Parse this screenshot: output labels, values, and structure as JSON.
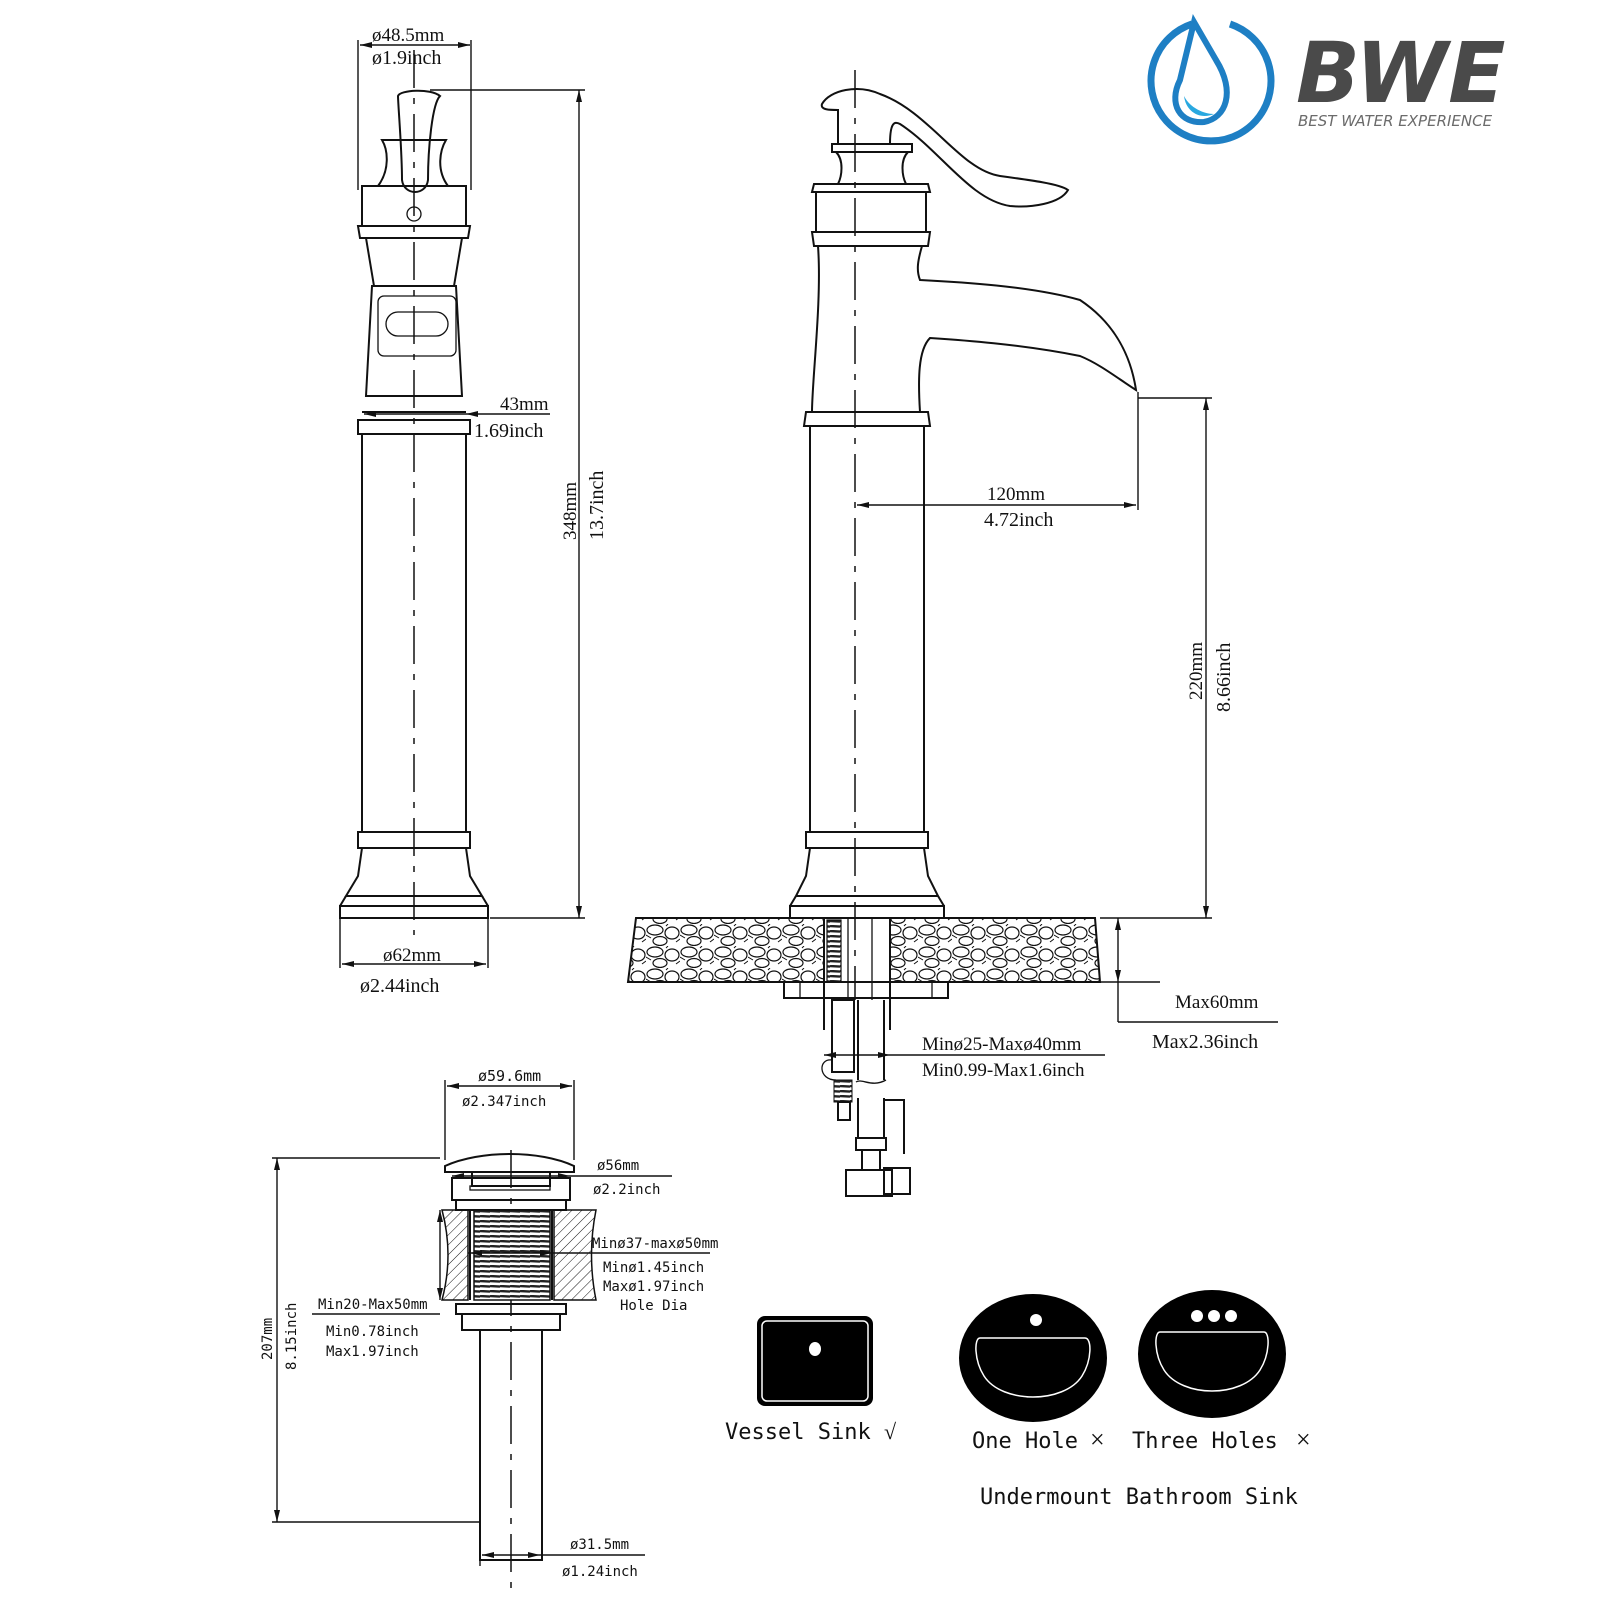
{
  "brand": {
    "name": "BWE",
    "tagline": "BEST WATER EXPERIENCE",
    "colors": {
      "primary_blue": "#1e7fc4",
      "light_blue": "#29a8e0",
      "text_gray": "#4a4a4a"
    }
  },
  "front_view": {
    "top_diameter_mm": "ø48.5mm",
    "top_diameter_in": "ø1.9inch",
    "body_width_mm": "43mm",
    "body_width_in": "1.69inch",
    "height_mm": "348mm",
    "height_in": "13.7inch",
    "base_diameter_mm": "ø62mm",
    "base_diameter_in": "ø2.44inch"
  },
  "side_view": {
    "spout_reach_mm": "120mm",
    "spout_reach_in": "4.72inch",
    "spout_height_mm": "220mm",
    "spout_height_in": "8.66inch",
    "deck_thickness_mm": "Max60mm",
    "deck_thickness_in": "Max2.36inch",
    "hole_diameter_mm": "Minø25-Maxø40mm",
    "hole_diameter_in": "Min0.99-Max1.6inch"
  },
  "drain": {
    "cap_diameter_mm": "ø59.6mm",
    "cap_diameter_in": "ø2.347inch",
    "flange_diameter_mm": "ø56mm",
    "flange_diameter_in": "ø2.2inch",
    "hole_dia_mm": "Minø37-maxø50mm",
    "hole_dia_in_min": "Minø1.45inch",
    "hole_dia_in_max": "Maxø1.97inch",
    "hole_dia_label": "Hole Dia",
    "thickness_mm": "Min20-Max50mm",
    "thickness_in_min": "Min0.78inch",
    "thickness_in_max": "Max1.97inch",
    "total_height_mm": "207mm",
    "total_height_in": "8.15inch",
    "tail_diameter_mm": "ø31.5mm",
    "tail_diameter_in": "ø1.24inch"
  },
  "sink_compatibility": {
    "vessel": {
      "label": "Vessel Sink",
      "mark": "√"
    },
    "one_hole": {
      "label": "One Hole",
      "mark": "×"
    },
    "three_holes": {
      "label": "Three Holes",
      "mark": "×"
    },
    "undermount_caption": "Undermount Bathroom Sink"
  }
}
